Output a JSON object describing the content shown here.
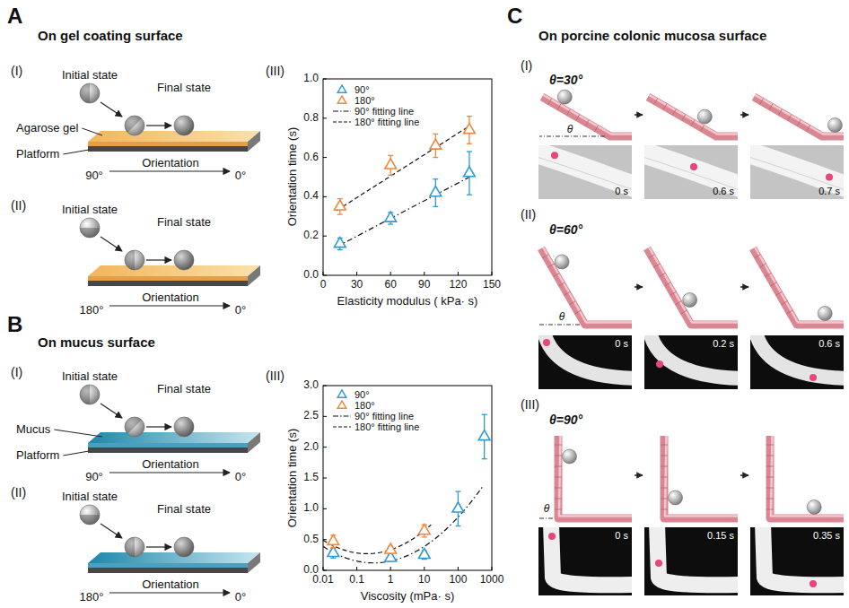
{
  "diagram": {
    "nodes": [
      {
        "text": [
          "0 s"
        ]
      },
      {
        "text": [
          "0.6 s"
        ]
      },
      {
        "text": [
          "0.7 s"
        ]
      },
      {
        "text": [
          "0 s"
        ]
      },
      {
        "text": [
          "0.2 s"
        ]
      },
      {
        "text": [
          "0.6 s"
        ]
      },
      {
        "text": [
          "0 s"
        ]
      },
      {
        "text": [
          "0.15 s"
        ]
      },
      {
        "text": [
          "0.35 s"
        ]
      }
    ],
    "labels": [
      "A",
      "On gel coating surface",
      "(I)",
      "Initial state",
      "Final state",
      "Agarose gel",
      "Platform",
      "Orientation",
      "90°",
      "0°",
      "(II)",
      "Initial state",
      "Final state",
      "Orientation",
      "180°",
      "0°",
      "(III)",
      "0.0",
      "0.2",
      "0.4",
      "0.6",
      "0.8",
      "1.0",
      "0",
      "30",
      "60",
      "90",
      "120",
      "150",
      "Orientation time (s)",
      "Elasticity modulus ( kPa· s)",
      "B",
      "On mucus surface",
      "(I)",
      "Initial state",
      "Final state",
      "Mucus",
      "Platform",
      "Orientation",
      "90°",
      "0°",
      "(II)",
      "Initial state",
      "Final state",
      "Orientation",
      "180°",
      "0°",
      "(III)",
      "0.0",
      "0.5",
      "1.0",
      "1.5",
      "2.0",
      "2.5",
      "3.0",
      "0.01",
      "0.1",
      "1",
      "10",
      "100",
      "1000",
      "Orientation time (s)",
      "Viscosity (mPa· s)",
      "C",
      "On porcine colonic mucosa surface",
      "(I)",
      "θ=30°",
      "θ",
      "(II)",
      "θ=60°",
      "θ",
      "(III)",
      "θ=90°",
      "θ"
    ],
    "legend": [
      {
        "text": "90°"
      },
      {
        "text": "180°"
      },
      {
        "text": "90° fitting line"
      },
      {
        "text": "180° fitting line"
      },
      {
        "text": "90°"
      },
      {
        "text": "180°"
      },
      {
        "text": "90° fitting line"
      },
      {
        "text": "180° fitting line"
      }
    ]
  }
}
